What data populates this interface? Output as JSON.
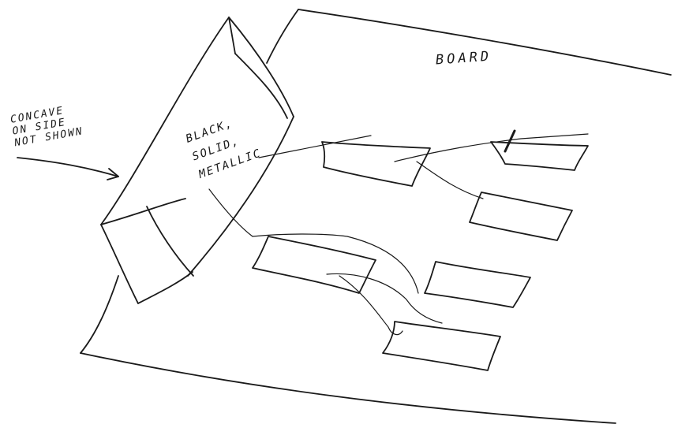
{
  "labels": {
    "board": "BOARD",
    "side_note": "CONCAVE\nON SIDE\nNOT SHOWN",
    "block_note": "BLACK,\nSOLID,\nMETALLIC"
  },
  "colors": {
    "ink": "#1a1a1a",
    "paper": "#ffffff"
  }
}
